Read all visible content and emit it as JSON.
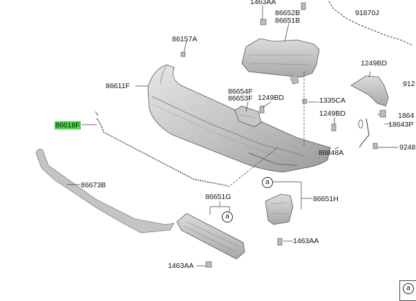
{
  "parts": {
    "p1463aa_top": "1463AA",
    "p86652b": "86652B",
    "p86651b": "86651B",
    "p91870j": "91870J",
    "p86157a": "86157A",
    "p1249bd_right": "1249BD",
    "p912": "912",
    "p86611f": "86611F",
    "p86654f": "86654F",
    "p86653f": "86653F",
    "p1249bd_mid": "1249BD",
    "p1335ca": "1335CA",
    "p1864": "1864",
    "p1249bd_low": "1249BD",
    "p18643p": "18643P",
    "p86618f": "86618F",
    "p9248": "9248",
    "p86848a": "86848A",
    "p86673b": "86673B",
    "p86651g": "86651G",
    "p86651h": "86651H",
    "p1463aa_mid": "1463AA",
    "p1463aa_bottom": "1463AA"
  },
  "callouts": {
    "a1": "a",
    "a2": "a",
    "legend": "a"
  },
  "highlight_color": "#4fd84f"
}
